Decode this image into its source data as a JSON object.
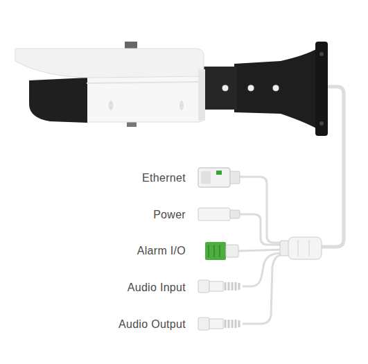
{
  "diagram": {
    "labels": [
      "Ethernet",
      "Power",
      "Alarm I/O",
      "Audio Input",
      "Audio Output"
    ]
  }
}
